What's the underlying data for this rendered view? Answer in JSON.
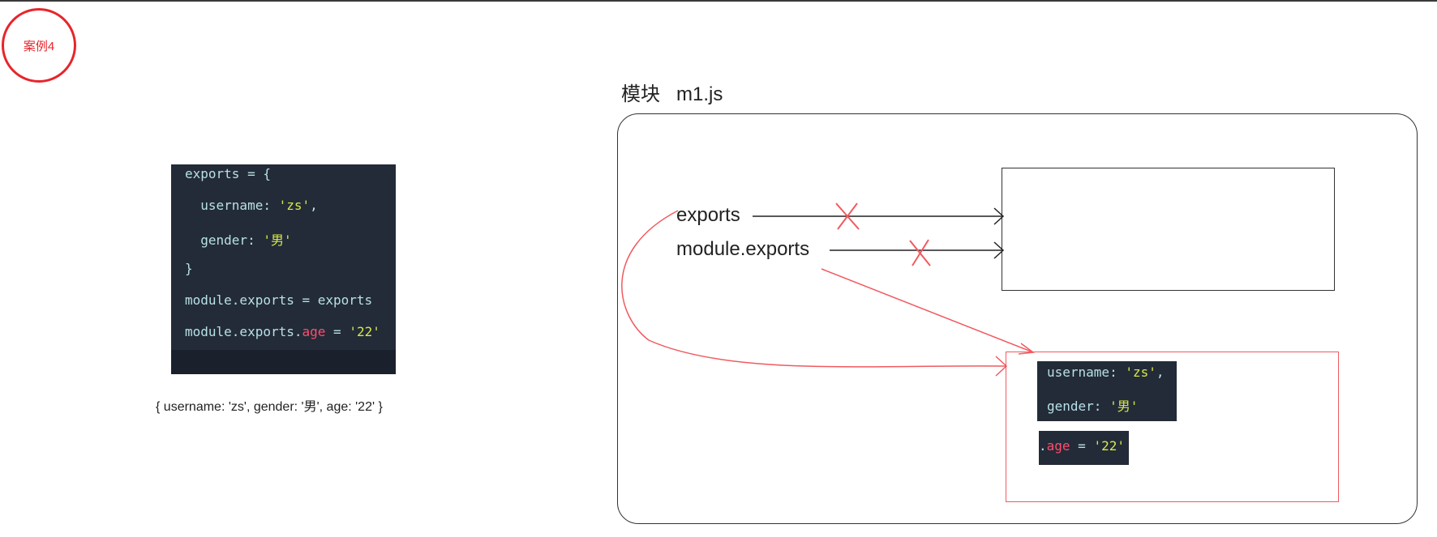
{
  "badge": {
    "label": "案例4"
  },
  "code_main": {
    "lines": [
      [
        {
          "t": "exports = {",
          "c": "plain"
        }
      ],
      [
        {
          "t": "  username: ",
          "c": "plain"
        },
        {
          "t": "'zs'",
          "c": "str"
        },
        {
          "t": ",",
          "c": "plain"
        }
      ],
      [
        {
          "t": "  gender: ",
          "c": "plain"
        },
        {
          "t": "'男'",
          "c": "str"
        }
      ],
      [
        {
          "t": "}",
          "c": "plain"
        }
      ],
      [
        {
          "t": "module.exports = exports",
          "c": "plain"
        }
      ],
      [
        {
          "t": "module.exports.",
          "c": "plain"
        },
        {
          "t": "age",
          "c": "kw"
        },
        {
          "t": " = ",
          "c": "plain"
        },
        {
          "t": "'22'",
          "c": "str"
        }
      ]
    ]
  },
  "result": "{ username: 'zs', gender: '男', age: '22' }",
  "module": {
    "title": "模块   m1.js",
    "labels": {
      "exports": "exports",
      "module_exports": "module.exports"
    }
  },
  "new_object": {
    "code_a": [
      [
        {
          "t": "username: ",
          "c": "plain"
        },
        {
          "t": "'zs'",
          "c": "str"
        },
        {
          "t": ",",
          "c": "plain"
        }
      ],
      [
        {
          "t": "gender: ",
          "c": "plain"
        },
        {
          "t": "'男'",
          "c": "str"
        }
      ]
    ],
    "code_b": [
      [
        {
          "t": ".",
          "c": "plain"
        },
        {
          "t": "age",
          "c": "kw"
        },
        {
          "t": " = ",
          "c": "plain"
        },
        {
          "t": "'22'",
          "c": "str"
        }
      ]
    ]
  },
  "colors": {
    "accent_red": "#e8242b",
    "line_red": "#f05a60",
    "code_bg": "#232b38",
    "code_text": "#b8e0e6",
    "string": "#d7e84a",
    "keyword": "#ff4d6d"
  }
}
